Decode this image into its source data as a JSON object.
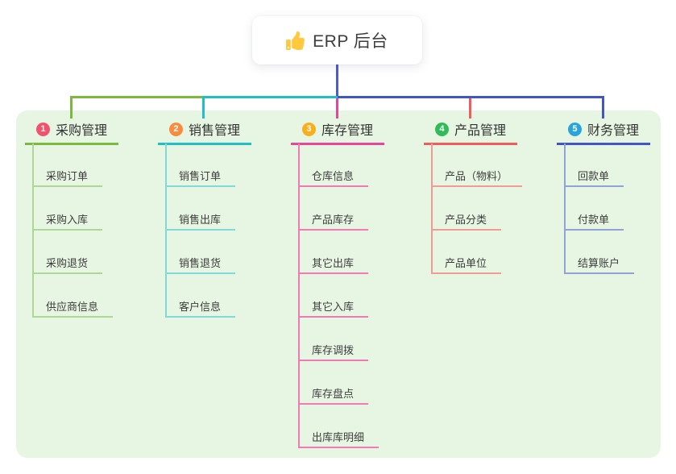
{
  "root": {
    "label": "ERP 后台",
    "icon": "thumbs-up",
    "line_color": "#4A5CD4"
  },
  "panel": {
    "background": "#E7F6E2"
  },
  "branches": [
    {
      "index": "1",
      "label": "采购管理",
      "badge_color": "#F2526B",
      "line_color": "#7CBA3F",
      "child_line_color": "#ACD795",
      "children": [
        "采购订单",
        "采购入库",
        "采购退货",
        "供应商信息"
      ]
    },
    {
      "index": "2",
      "label": "销售管理",
      "badge_color": "#FA8B3D",
      "line_color": "#1FBFC5",
      "child_line_color": "#82D9DA",
      "children": [
        "销售订单",
        "销售出库",
        "销售退货",
        "客户信息"
      ]
    },
    {
      "index": "3",
      "label": "库存管理",
      "badge_color": "#FBAE1C",
      "line_color": "#E8449C",
      "child_line_color": "#F07AB6",
      "children": [
        "仓库信息",
        "产品库存",
        "其它出库",
        "其它入库",
        "库存调拨",
        "库存盘点",
        "出库库明细"
      ]
    },
    {
      "index": "4",
      "label": "产品管理",
      "badge_color": "#31BB59",
      "line_color": "#F25B5B",
      "child_line_color": "#F29B96",
      "children": [
        "产品（物料）",
        "产品分类",
        "产品单位"
      ]
    },
    {
      "index": "5",
      "label": "财务管理",
      "badge_color": "#29A4DC",
      "line_color": "#3F55C8",
      "child_line_color": "#90A3D9",
      "children": [
        "回款单",
        "付款单",
        "结算账户"
      ]
    }
  ]
}
